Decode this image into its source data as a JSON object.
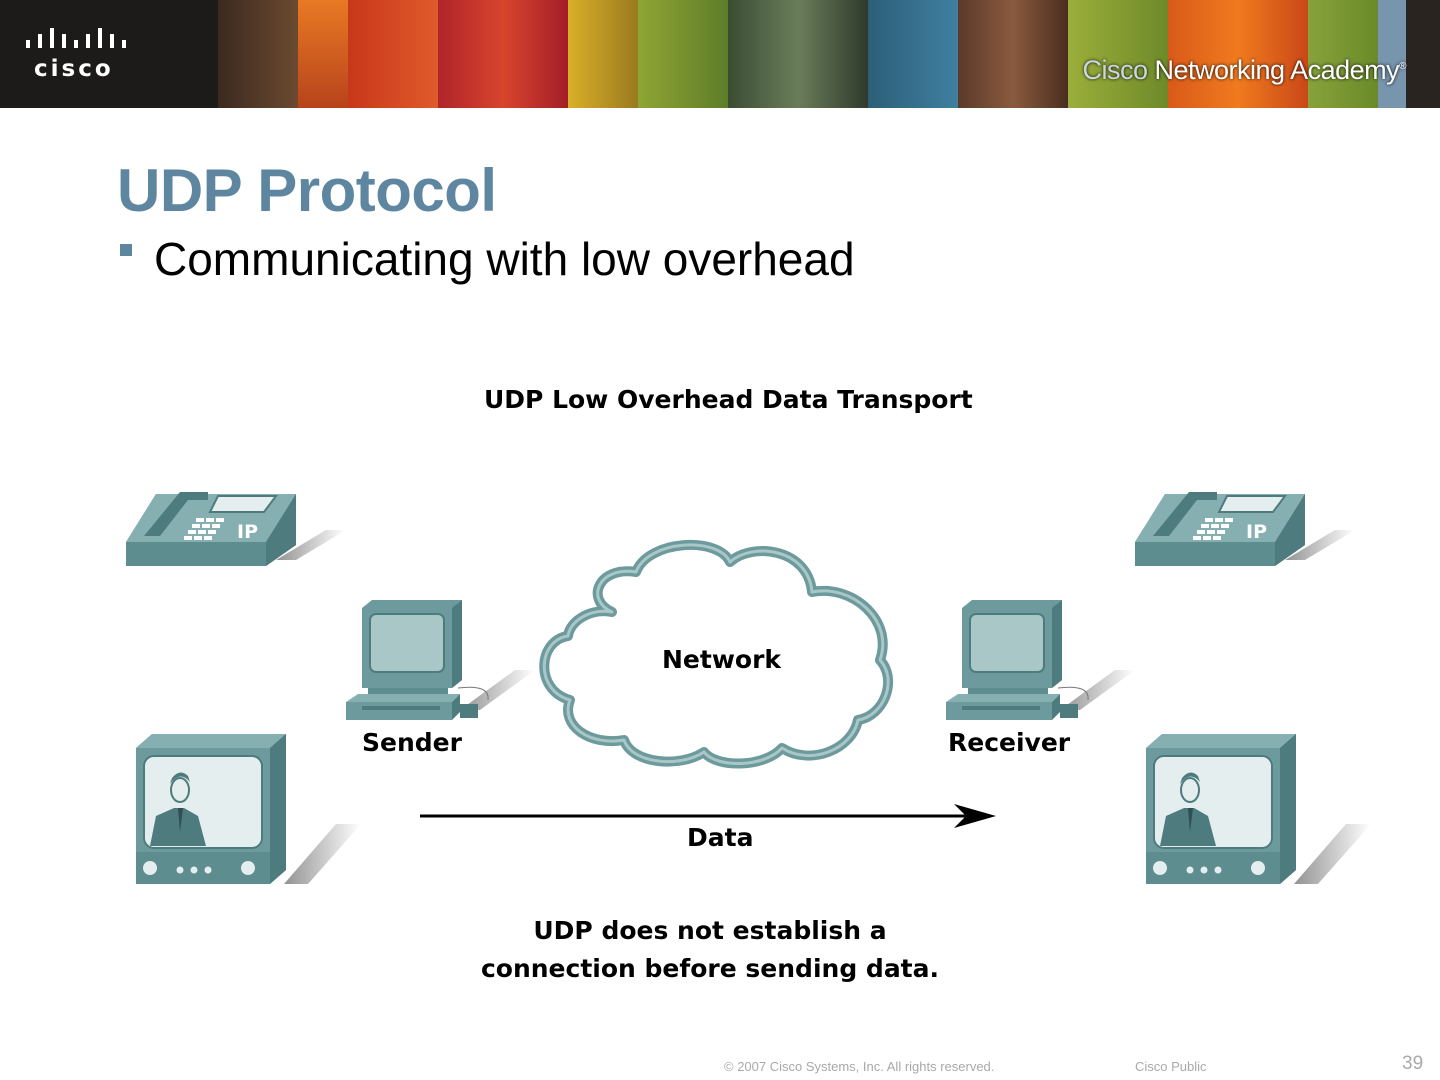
{
  "banner": {
    "logo_text": "cisco",
    "title_part1": "Cisco",
    "title_part2": " Networking Academy",
    "title_mark": "®"
  },
  "slide": {
    "title": "UDP Protocol",
    "bullet": "Communicating with low overhead"
  },
  "diagram": {
    "title": "UDP Low Overhead Data Transport",
    "network_label": "Network",
    "sender_label": "Sender",
    "receiver_label": "Receiver",
    "data_label": "Data",
    "phone_badge": "IP",
    "caption_line1": "UDP does not establish a",
    "caption_line2": "connection before sending data."
  },
  "footer": {
    "copyright": "© 2007 Cisco Systems, Inc. All rights reserved.",
    "classification": "Cisco Public",
    "page_number": "39"
  },
  "colors": {
    "title_blue": "#5f86a1",
    "device_teal": "#6d9a9c",
    "device_dark": "#4e7b7d",
    "screen_light": "#a9c7c7"
  }
}
